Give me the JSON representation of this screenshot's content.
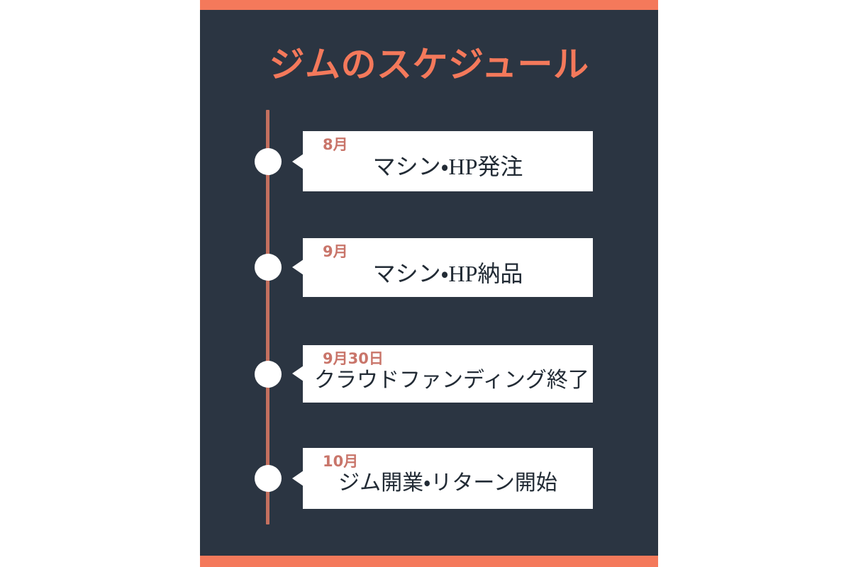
{
  "colors": {
    "panel_background": "#2b3542",
    "accent": "#f4795b",
    "timeline_line": "#c4705f",
    "card_background": "#ffffff",
    "month_label": "#c9756a",
    "body_text": "#222b35",
    "page_background": "#ffffff"
  },
  "header": {
    "title": "ジムのスケジュール"
  },
  "timeline": {
    "items": [
      {
        "month": "8月",
        "text": "マシン・HP発注"
      },
      {
        "month": "9月",
        "text": "マシン・HP納品"
      },
      {
        "month": "9月30日",
        "text": "クラウドファンディング終了"
      },
      {
        "month": "10月",
        "text": "ジム開業・リターン開始"
      }
    ]
  }
}
